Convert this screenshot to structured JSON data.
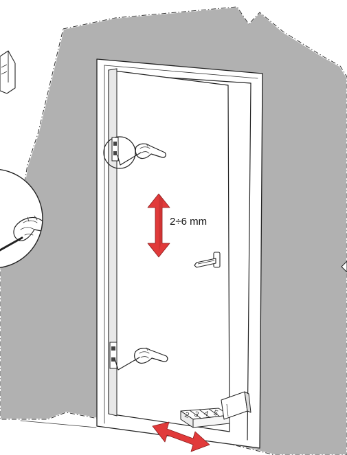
{
  "annotation": {
    "gap_label": "2÷6 mm"
  },
  "spacer_tool": {
    "step_numbers": [
      "2",
      "3",
      "4",
      "5"
    ]
  },
  "colors": {
    "wall": "#b1b1b1",
    "door": "#ffffff",
    "frame": "#ffffff",
    "outline": "#222222",
    "arrow": "#e13a3a"
  },
  "icons": {
    "vertical_arrow": "double-arrow-vertical-icon",
    "horizontal_arrow": "double-arrow-horizontal-icon",
    "hinge_top": "hinge-icon",
    "hinge_bottom": "hinge-icon",
    "hand_top": "hand-with-hex-key-icon",
    "hand_bottom": "hand-with-hex-key-icon",
    "handle": "door-handle-icon",
    "magnifier_left": "detail-magnifier-icon"
  }
}
